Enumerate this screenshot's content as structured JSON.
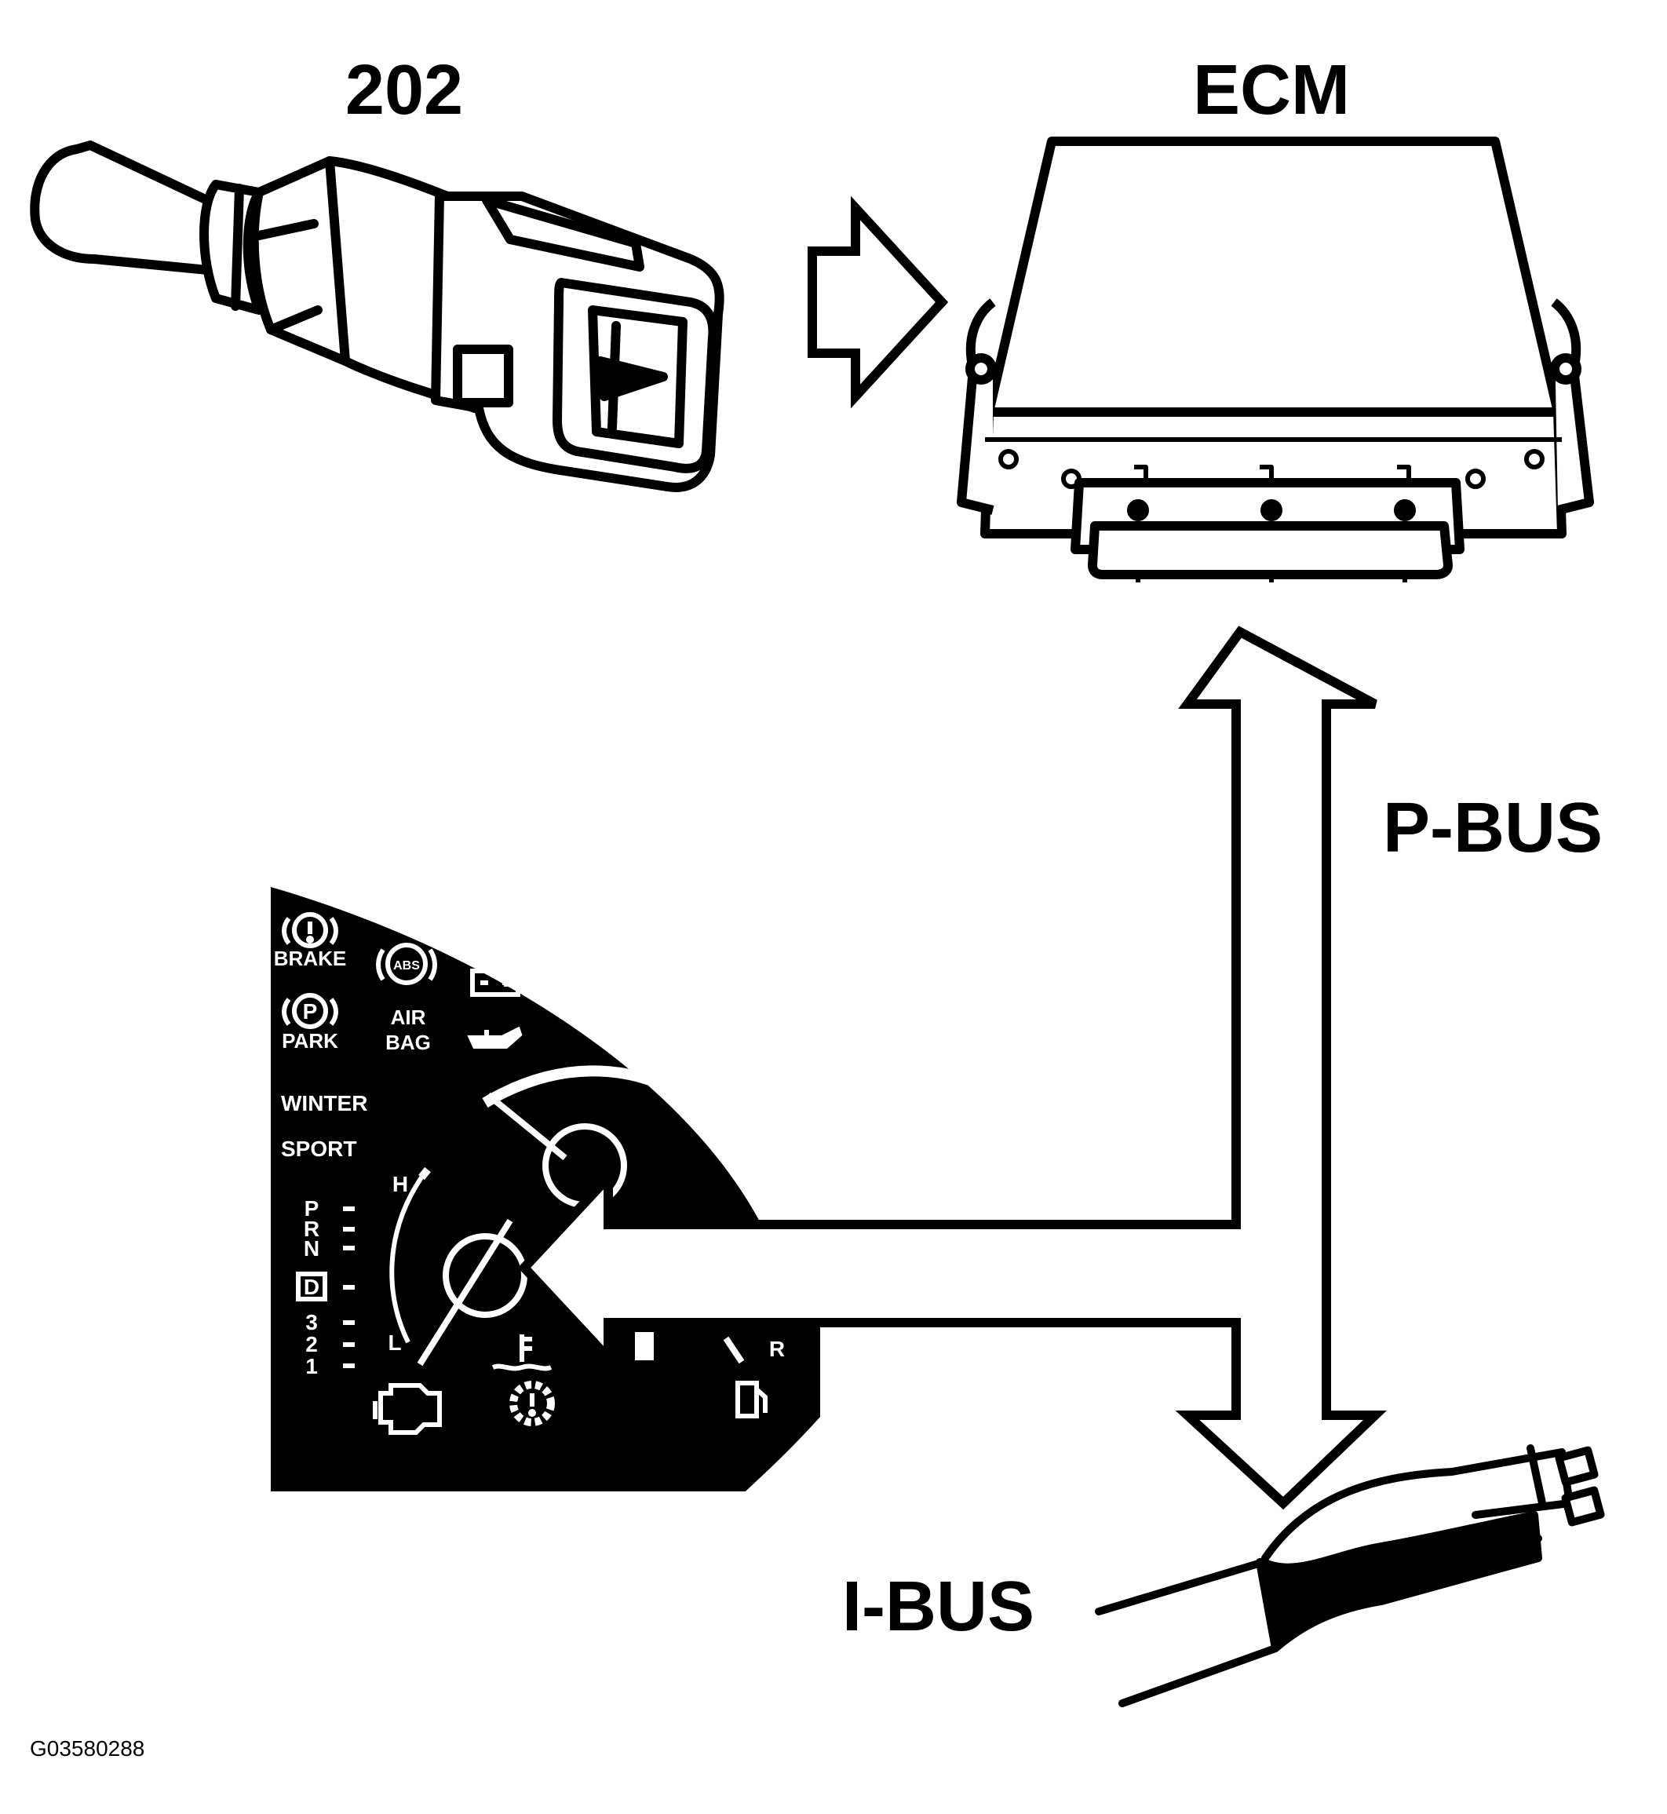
{
  "labels": {
    "sensor": "202",
    "ecm": "ECM",
    "pbus": "P-BUS",
    "ibus": "I-BUS",
    "figure_id": "G03580288"
  },
  "cluster": {
    "brake": "BRAKE",
    "abs": "ABS",
    "park": "PARK",
    "airbag_1": "AIR",
    "airbag_2": "BAG",
    "winter": "WINTER",
    "sport": "SPORT",
    "gear_p": "P",
    "gear_r": "R",
    "gear_n": "N",
    "gear_d": "D",
    "gear_3": "3",
    "gear_2": "2",
    "gear_1": "1",
    "temp_high": "H",
    "temp_low": "L",
    "fuel_full": "F",
    "fuel_reserve": "R"
  },
  "icons": {
    "brake": "brake-warning-icon",
    "abs": "abs-icon",
    "battery": "battery-icon",
    "park": "park-brake-icon",
    "oil": "oil-can-icon",
    "engine": "check-engine-icon",
    "gear_warning": "gear-warning-icon",
    "fuel": "fuel-pump-icon",
    "coolant": "coolant-temp-icon"
  },
  "colors": {
    "ink": "#000000",
    "paper": "#ffffff"
  }
}
